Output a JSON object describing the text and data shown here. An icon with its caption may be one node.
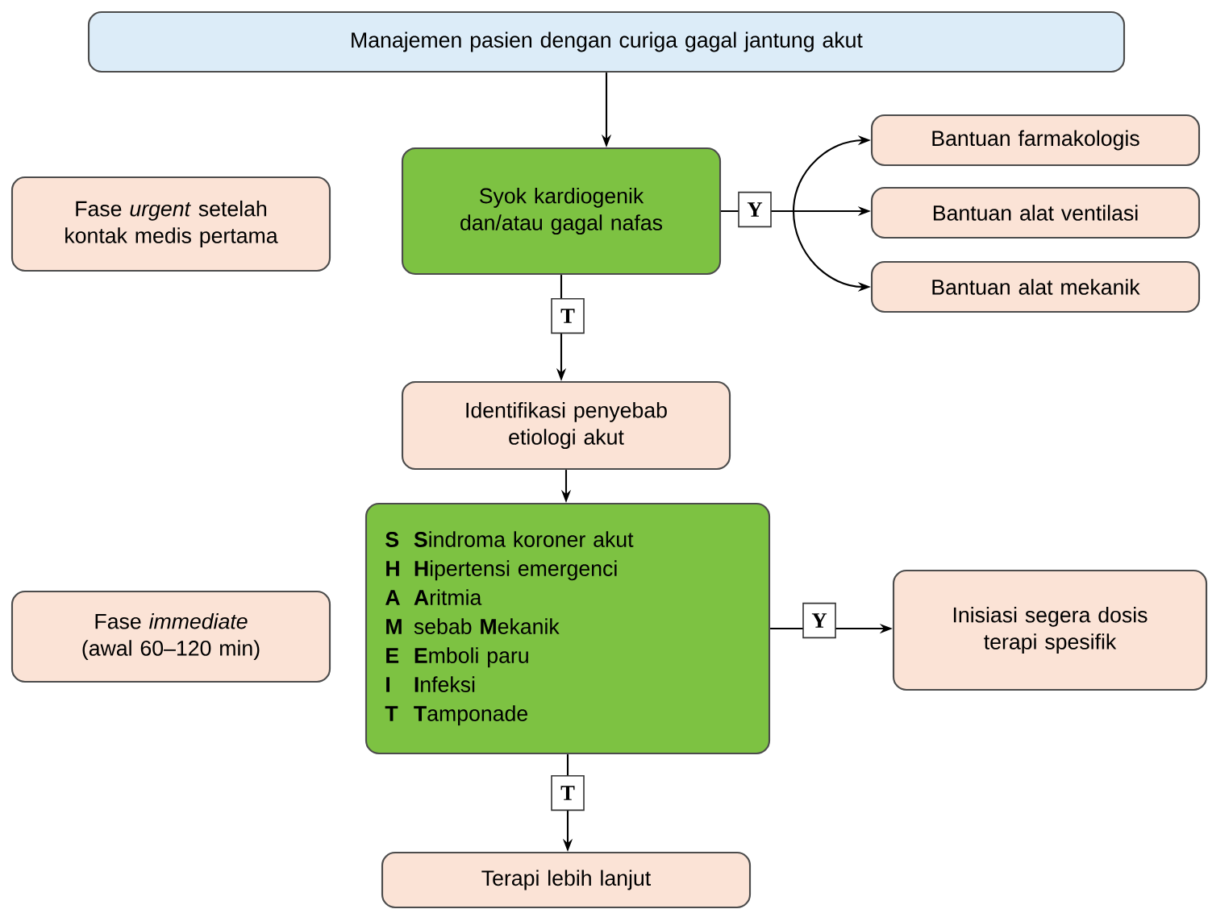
{
  "diagram": {
    "nodes": [
      {
        "text": [
          "Manajemen pasien dengan curiga gagal jantung akut"
        ]
      },
      {
        "text": [
          "Syok kardiogenik dan/atau gagal nafas"
        ]
      },
      {
        "text": [
          "Bantuan farmakologis"
        ]
      },
      {
        "text": [
          "Bantuan alat ventilasi"
        ]
      },
      {
        "text": [
          "Bantuan alat mekanik"
        ]
      },
      {
        "text": [
          "Fase *urgent* setelah kontak medis pertama"
        ]
      },
      {
        "text": [
          "Identifikasi penyebab etiologi akut"
        ]
      },
      {
        "text": [
          "S",
          "**S**indroma koroner akut",
          "H",
          "**H**ipertensi emergenci",
          "A",
          "**A**ritmia",
          "M",
          "sebab **M**ekanik",
          "E",
          "**E**mboli paru",
          "I",
          "**I**nfeksi",
          "T",
          "**T**amponade"
        ]
      },
      {
        "text": [
          "Fase *immediate* (awal 60–120 min)"
        ]
      },
      {
        "text": [
          "Inisiasi segera dosis terapi spesifik"
        ]
      },
      {
        "text": [
          "Terapi lebih lanjut"
        ]
      }
    ],
    "edges": [
      {
        "from": 0,
        "to": 1,
        "arrow": "to"
      },
      {
        "from": 1,
        "to": 2,
        "arrow": "to"
      },
      {
        "from": 1,
        "to": 3,
        "arrow": "to",
        "label": "Y"
      },
      {
        "from": 1,
        "to": 4,
        "arrow": "to"
      },
      {
        "from": 1,
        "to": 6,
        "arrow": "to",
        "label": "T"
      },
      {
        "from": 6,
        "to": 7,
        "arrow": "to"
      },
      {
        "from": 7,
        "to": 9,
        "arrow": "to",
        "label": "Y"
      },
      {
        "from": 7,
        "to": 10,
        "arrow": "to",
        "label": "T"
      }
    ]
  }
}
